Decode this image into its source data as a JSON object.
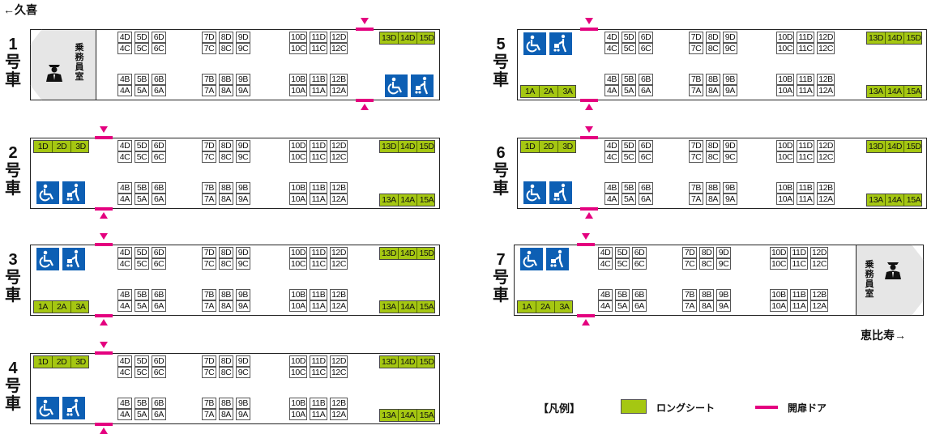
{
  "directions": {
    "left": "←久喜",
    "right": "恵比寿→"
  },
  "legend": {
    "title": "【凡例】",
    "long_seat": "ロングシート",
    "door": "開扉ドア"
  },
  "crew_room_label": "乗務員室",
  "colors": {
    "long_seat": "#a5c712",
    "door": "#e4007f",
    "accessibility": "#0d5fb4"
  },
  "icons": [
    "wheelchair-icon",
    "stroller-icon",
    "conductor-icon"
  ],
  "seat_blocks": {
    "upper": [
      [
        "4D",
        "5D",
        "6D"
      ],
      [
        "4C",
        "5C",
        "6C"
      ],
      [
        "7D",
        "8D",
        "9D"
      ],
      [
        "7C",
        "8C",
        "9C"
      ],
      [
        "10D",
        "11D",
        "12D"
      ],
      [
        "10C",
        "11C",
        "12C"
      ]
    ],
    "lower": [
      [
        "4B",
        "5B",
        "6B"
      ],
      [
        "4A",
        "5A",
        "6A"
      ],
      [
        "7B",
        "8B",
        "9B"
      ],
      [
        "7A",
        "8A",
        "9A"
      ],
      [
        "10B",
        "11B",
        "12B"
      ],
      [
        "10A",
        "11A",
        "12A"
      ]
    ]
  },
  "cars": [
    {
      "label": [
        "1",
        "号",
        "車"
      ],
      "upper_front": [],
      "lower_front": [],
      "upper_end": [
        "13D",
        "14D",
        "15D"
      ],
      "lower_end": [],
      "crew": "left"
    },
    {
      "label": [
        "2",
        "号",
        "車"
      ],
      "upper_front": [
        "1D",
        "2D",
        "3D"
      ],
      "lower_front": [],
      "upper_end": [
        "13D",
        "14D",
        "15D"
      ],
      "lower_end": [
        "13A",
        "14A",
        "15A"
      ]
    },
    {
      "label": [
        "3",
        "号",
        "車"
      ],
      "upper_front": [],
      "lower_front": [
        "1A",
        "2A",
        "3A"
      ],
      "upper_end": [
        "13D",
        "14D",
        "15D"
      ],
      "lower_end": [
        "13A",
        "14A",
        "15A"
      ]
    },
    {
      "label": [
        "4",
        "号",
        "車"
      ],
      "upper_front": [
        "1D",
        "2D",
        "3D"
      ],
      "lower_front": [],
      "upper_end": [
        "13D",
        "14D",
        "15D"
      ],
      "lower_end": [
        "13A",
        "14A",
        "15A"
      ]
    },
    {
      "label": [
        "5",
        "号",
        "車"
      ],
      "upper_front": [],
      "lower_front": [
        "1A",
        "2A",
        "3A"
      ],
      "upper_end": [
        "13D",
        "14D",
        "15D"
      ],
      "lower_end": [
        "13A",
        "14A",
        "15A"
      ]
    },
    {
      "label": [
        "6",
        "号",
        "車"
      ],
      "upper_front": [
        "1D",
        "2D",
        "3D"
      ],
      "lower_front": [],
      "upper_end": [
        "13D",
        "14D",
        "15D"
      ],
      "lower_end": [
        "13A",
        "14A",
        "15A"
      ]
    },
    {
      "label": [
        "7",
        "号",
        "車"
      ],
      "upper_front": [],
      "lower_front": [
        "1A",
        "2A",
        "3A"
      ],
      "upper_end": [],
      "lower_end": [],
      "crew": "right"
    }
  ]
}
